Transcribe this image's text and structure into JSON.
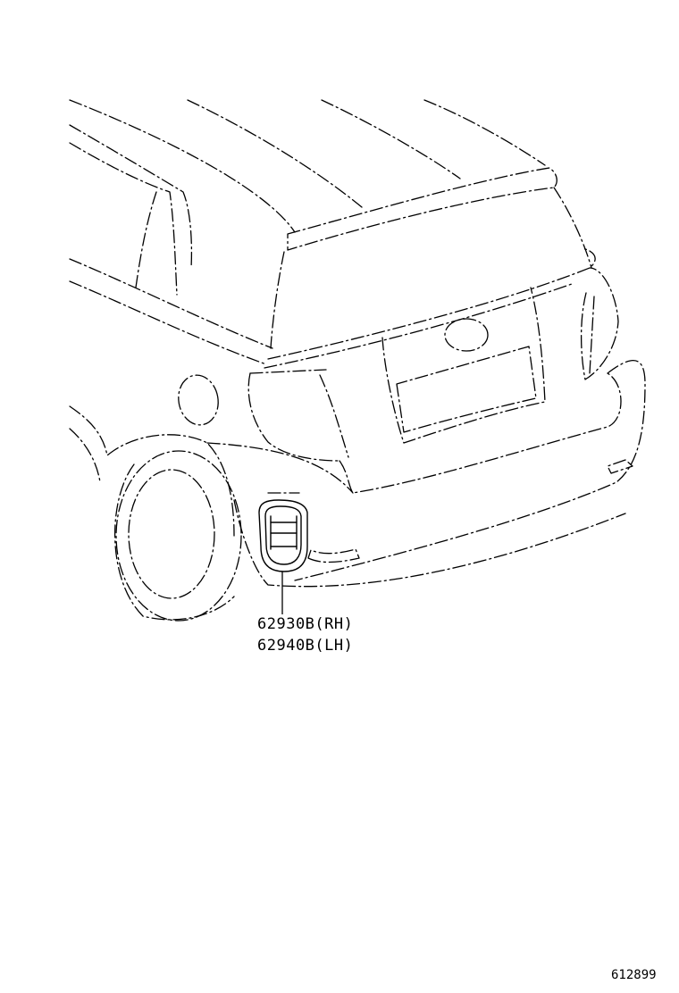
{
  "callouts": [
    {
      "part_number": "62930B(RH)"
    },
    {
      "part_number": "62940B(LH)"
    }
  ],
  "figure_code": "612899"
}
